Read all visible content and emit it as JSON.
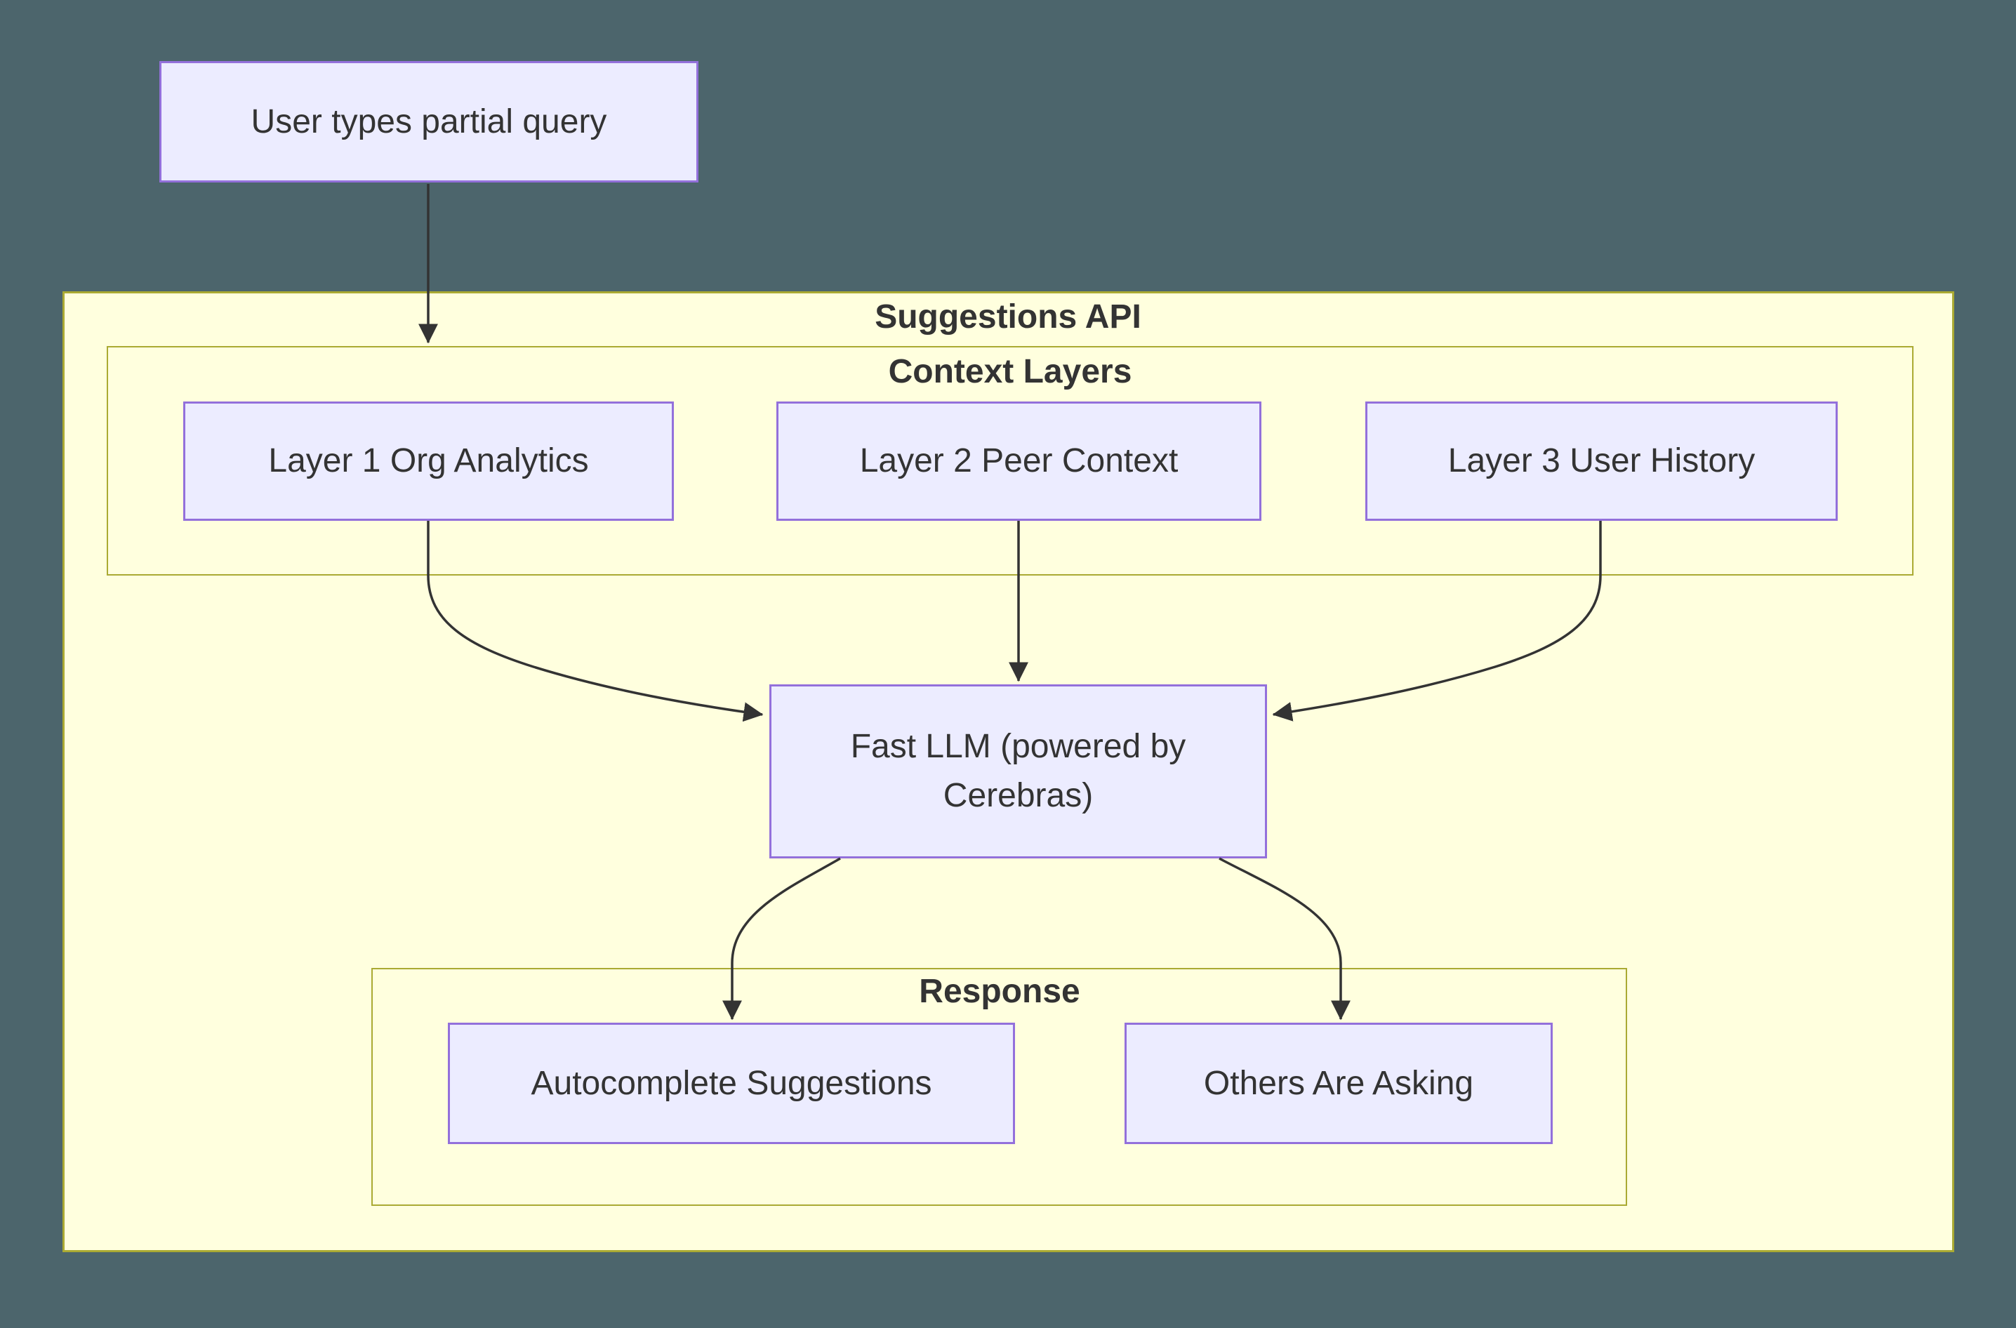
{
  "diagram": {
    "type": "flowchart",
    "subgraphs": {
      "suggestions_api": {
        "label": "Suggestions API"
      },
      "context_layers": {
        "label": "Context Layers"
      },
      "response": {
        "label": "Response"
      }
    },
    "nodes": {
      "user_query": {
        "label": "User types partial query"
      },
      "layer1": {
        "label": "Layer 1 Org Analytics"
      },
      "layer2": {
        "label": "Layer 2 Peer Context"
      },
      "layer3": {
        "label": "Layer 3 User History"
      },
      "fast_llm": {
        "label": "Fast LLM (powered by Cerebras)"
      },
      "autocomplete": {
        "label": "Autocomplete Suggestions"
      },
      "others_asking": {
        "label": "Others Are Asking"
      }
    },
    "edges": [
      {
        "from": "user_query",
        "to": "context_layers"
      },
      {
        "from": "layer1",
        "to": "fast_llm"
      },
      {
        "from": "layer2",
        "to": "fast_llm"
      },
      {
        "from": "layer3",
        "to": "fast_llm"
      },
      {
        "from": "fast_llm",
        "to": "autocomplete"
      },
      {
        "from": "fast_llm",
        "to": "others_asking"
      }
    ],
    "colors": {
      "background": "#4C656C",
      "subgraph_fill": "#FFFFDE",
      "subgraph_border": "#AAAA33",
      "node_fill": "#ECECFF",
      "node_border": "#9370DB",
      "edge": "#333333",
      "text": "#333333"
    }
  }
}
